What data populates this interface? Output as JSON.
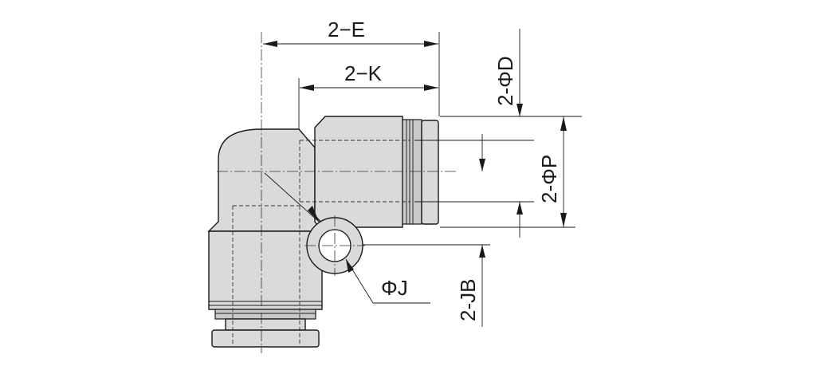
{
  "labels": {
    "dim_e": "2−E",
    "dim_k": "2−K",
    "dim_d": "2-ΦD",
    "dim_p": "2-ΦP",
    "dim_jb": "2-JB",
    "dim_j": "ΦJ"
  },
  "colors": {
    "body": "#d9dadb",
    "line": "#1a1a1a"
  }
}
